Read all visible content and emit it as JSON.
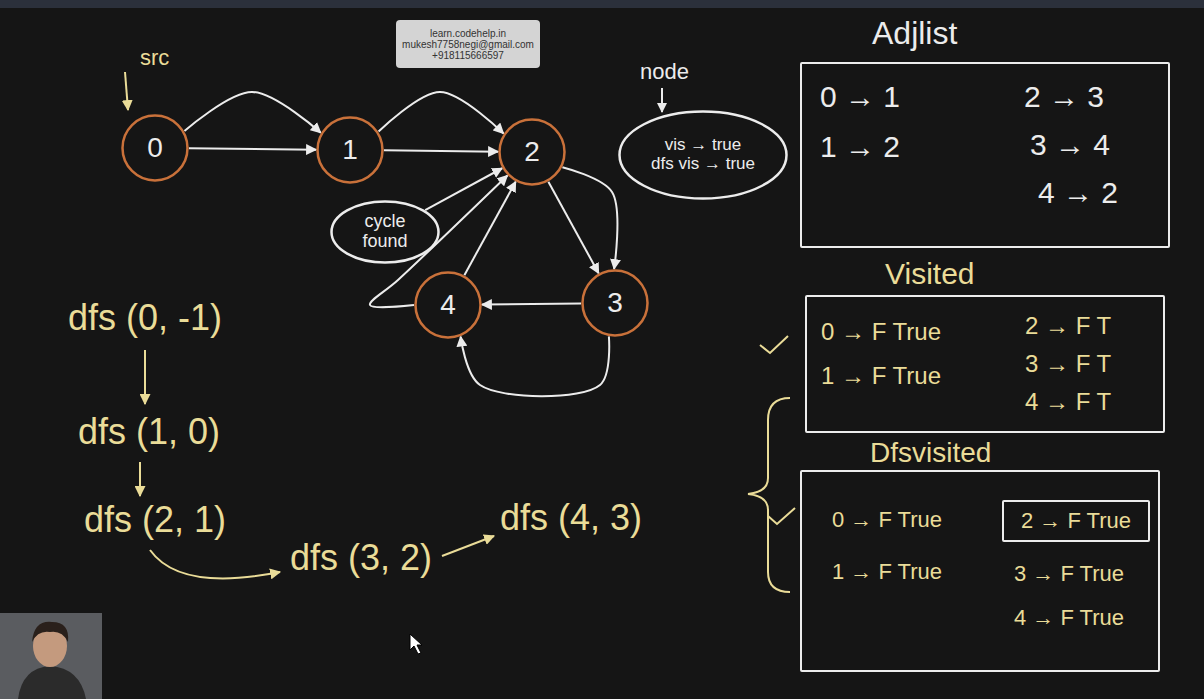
{
  "diagram": {
    "nodes": [
      {
        "text": [
          "learn.codehelp.in",
          "mukesh7758negi@gmail.com",
          "+918115666597"
        ]
      },
      {
        "text": [
          "Adjlist",
          "0 → 1",
          "1 → 2",
          "2 → 3",
          "3 → 4",
          "4 → 2"
        ]
      },
      {
        "text": [
          "0"
        ]
      },
      {
        "text": [
          "1"
        ]
      },
      {
        "text": [
          "2"
        ]
      },
      {
        "text": [
          "node",
          "vis → true",
          "dfs vis → true"
        ]
      },
      {
        "text": [
          "cycle found"
        ]
      },
      {
        "text": [
          "4"
        ]
      },
      {
        "text": [
          "3"
        ]
      },
      {
        "text": [
          "Visited",
          "0 → F True",
          "1 → F True",
          "2 → F T",
          "3 → F T",
          "4 → F T"
        ]
      },
      {
        "text": [
          "Dfsvisited",
          "0 → F True",
          "1 → F True",
          "3 → F True",
          "4 → F True"
        ]
      },
      {
        "text": [
          "2 → F True"
        ],
        "in": 10
      }
    ],
    "edges": [
      {
        "from": 2,
        "to": 3,
        "arrow": "to"
      },
      {
        "from": 2,
        "to": 3,
        "arrow": "to"
      },
      {
        "from": 3,
        "to": 4,
        "arrow": "to"
      },
      {
        "from": 3,
        "to": 4,
        "arrow": "to"
      },
      {
        "from": 4,
        "to": 8,
        "arrow": "to"
      },
      {
        "from": 4,
        "to": 8,
        "arrow": "to"
      },
      {
        "from": 8,
        "to": 7,
        "arrow": "to"
      },
      {
        "from": 8,
        "to": 7,
        "arrow": "to"
      },
      {
        "from": 7,
        "to": 4,
        "arrow": "to"
      },
      {
        "from": 7,
        "to": 4,
        "arrow": "to"
      },
      {
        "from": 6,
        "to": 4,
        "arrow": "to"
      }
    ],
    "labels": [
      "src",
      "dfs (0, -1)",
      "dfs (1, 0)",
      "dfs (2, 1)",
      "dfs (3, 2)",
      "dfs (4, 3)"
    ]
  }
}
